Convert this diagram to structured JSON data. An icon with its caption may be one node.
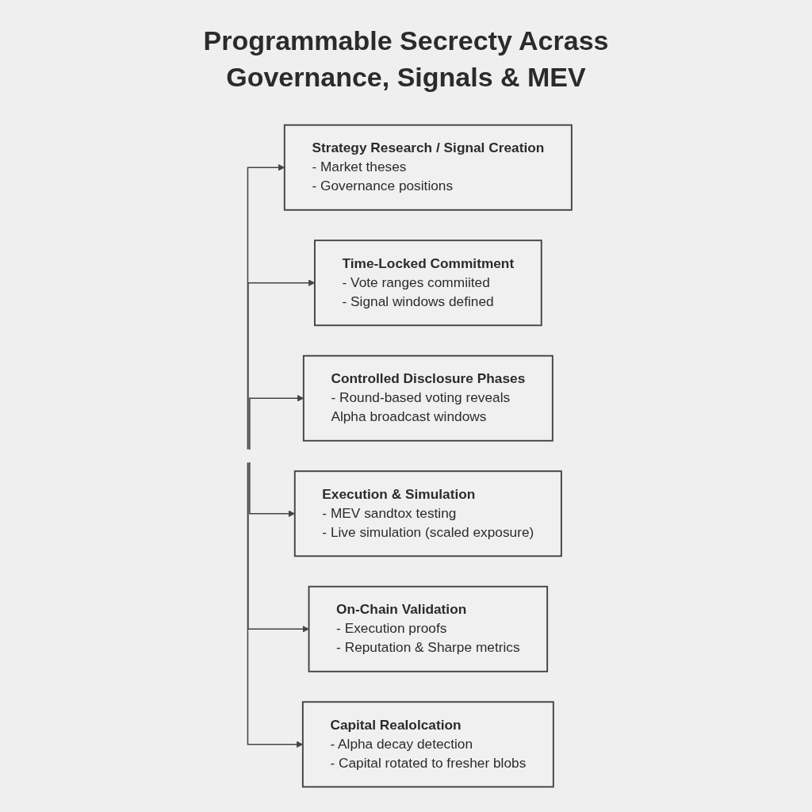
{
  "diagram": {
    "title": "Programmable Secrecty Acrass Governance, Signals & MEV",
    "nodes": [
      {
        "text": [
          "Strategy Research / Signal Creation",
          "- Market theses",
          "- Governance positions"
        ]
      },
      {
        "text": [
          "Time-Locked Commitment",
          "- Vote ranges commiited",
          "- Signal windows defined"
        ]
      },
      {
        "text": [
          "Controlled Disclosure Phases",
          "- Round-based voting reveals",
          "Alpha broadcast windows"
        ]
      },
      {
        "text": [
          "Execution & Simulation",
          "- MEV sandtox testing",
          "- Live simulation (scaled exposure)"
        ]
      },
      {
        "text": [
          "On-Chain Validation",
          "- Execution proofs",
          "- Reputation & Sharpe metrics"
        ]
      },
      {
        "text": [
          "Capital Realolcation",
          "- Alpha decay detection",
          "- Capital rotated to fresher blobs"
        ]
      }
    ],
    "edges": [
      {
        "from": null,
        "to": 0,
        "arrow": "to"
      },
      {
        "from": null,
        "to": 1,
        "arrow": "to"
      },
      {
        "from": null,
        "to": 2,
        "arrow": "to"
      },
      {
        "from": null,
        "to": 3,
        "arrow": "to"
      },
      {
        "from": null,
        "to": 4,
        "arrow": "to"
      },
      {
        "from": null,
        "to": 5,
        "arrow": "to"
      }
    ]
  }
}
